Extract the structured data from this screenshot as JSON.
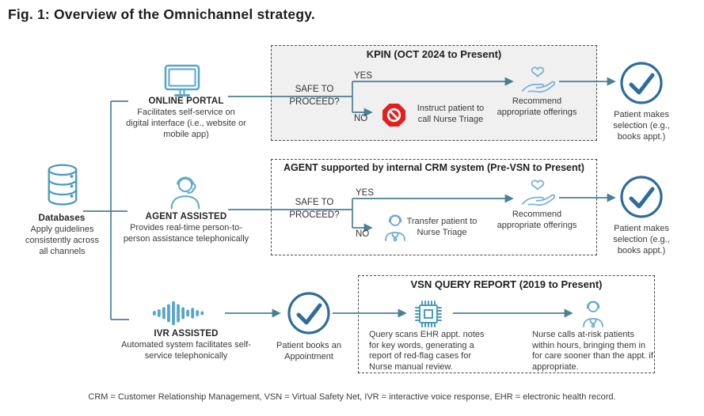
{
  "title": "Fig. 1: Overview of the Omnichannel strategy.",
  "source": {
    "label": "Databases",
    "desc": "Apply guidelines consistently across all channels"
  },
  "channels": {
    "portal": {
      "label": "ONLINE PORTAL",
      "desc": "Facilitates self-service on digital interface (i.e., website or mobile app)"
    },
    "agent": {
      "label": "AGENT ASSISTED",
      "desc": "Provides real-time person-to-person assistance telephonically"
    },
    "ivr": {
      "label": "IVR ASSISTED",
      "desc": "Automated system facilitates self-service telephonically"
    }
  },
  "kpin_box": {
    "title": "KPIN (OCT 2024 to Present)",
    "decision_line1": "SAFE TO",
    "decision_line2": "PROCEED?",
    "yes_label": "YES",
    "no_label": "NO",
    "no_action": "Instruct patient to call Nurse Triage",
    "yes_action": "Recommend appropriate offerings"
  },
  "agent_box": {
    "title": "AGENT supported by internal CRM system (Pre-VSN to Present)",
    "decision_line1": "SAFE TO",
    "decision_line2": "PROCEED?",
    "yes_label": "YES",
    "no_label": "NO",
    "no_action": "Transfer patient to Nurse Triage",
    "yes_action": "Recommend appropriate offerings"
  },
  "vsn_box": {
    "title": "VSN QUERY REPORT (2019 to Present)",
    "query_text": "Query scans EHR appt. notes for key words, generating a report of red-flag cases for Nurse manual review.",
    "nurse_text": "Nurse calls at-risk patients within hours, bringing them in for care sooner than the appt. if appropriate."
  },
  "outcomes": {
    "portal": "Patient makes selection (e.g., books appt.)",
    "agent": "Patient makes selection (e.g., books appt.)",
    "ivr": "Patient books an Appointment"
  },
  "footer": "CRM = Customer Relationship Management, VSN = Virtual Safety Net, IVR = interactive voice response, EHR = electronic health record.",
  "colors": {
    "wire": "#4a8095",
    "icon_blue": "#4a9ac0",
    "icon_light_blue": "#7fb3d6",
    "check_blue": "#2d6d9b",
    "stop_red": "#e51f1f",
    "kpin_fill": "#f0f0f0"
  }
}
